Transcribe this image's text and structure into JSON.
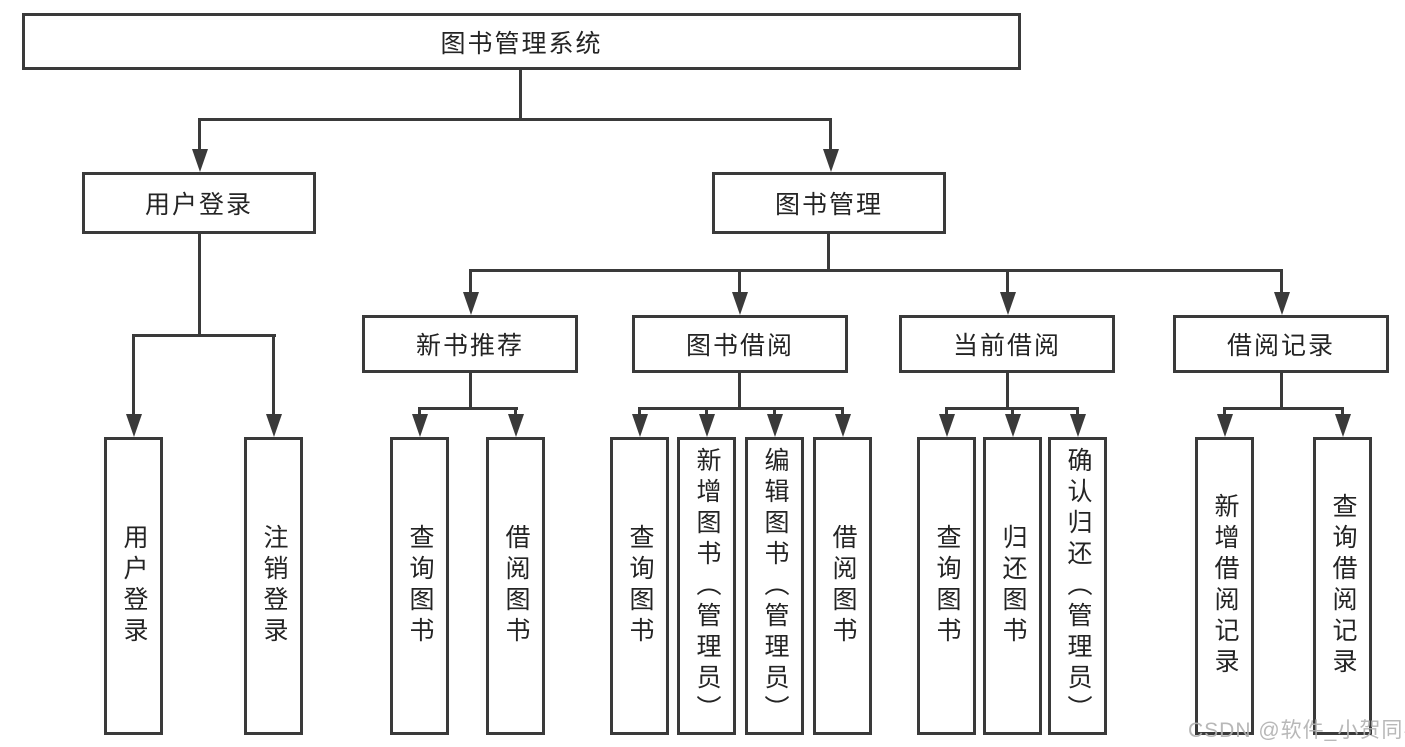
{
  "title": "图书管理系统",
  "level2": [
    "用户登录",
    "图书管理"
  ],
  "level3": [
    "新书推荐",
    "图书借阅",
    "当前借阅",
    "借阅记录"
  ],
  "leaves": {
    "login": [
      "用户登录",
      "注销登录"
    ],
    "recommend": [
      "查询图书",
      "借阅图书"
    ],
    "borrowing": [
      "查询图书",
      "新增图书（管理员）",
      "编辑图书（管理员）",
      "借阅图书"
    ],
    "current": [
      "查询图书",
      "归还图书",
      "确认归还（管理员）"
    ],
    "records": [
      "新增借阅记录",
      "查询借阅记录"
    ]
  },
  "watermark": "CSDN @软件_小贺同学",
  "colors": {
    "line": "#3a3a3a",
    "box_border": "#3a3a3a",
    "text": "#242424",
    "watermark": "#b2b2b2",
    "background": "#ffffff"
  }
}
